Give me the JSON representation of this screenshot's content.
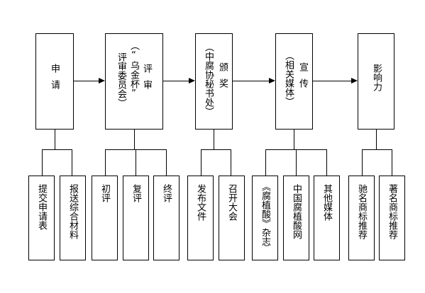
{
  "stages": [
    {
      "label": "申请",
      "lines": [
        "申请"
      ]
    },
    {
      "label": "评审",
      "lines": [
        "评审",
        "（“乌金杯”",
        "评审委员会）"
      ]
    },
    {
      "label": "颁奖",
      "lines": [
        "颁奖",
        "（中腐协秘书处）"
      ]
    },
    {
      "label": "宣传",
      "lines": [
        "宣传",
        "（相关媒体）"
      ]
    },
    {
      "label": "影响力",
      "lines": [
        "影响力"
      ]
    }
  ],
  "sub_items": {
    "apply": [
      "提交申请表",
      "报送综合材料"
    ],
    "review": [
      "初评",
      "复评",
      "终评"
    ],
    "award": [
      "发布文件",
      "召开大会"
    ],
    "publicity": [
      "《腐植酸》杂志",
      "中国腐植酸网",
      "其他媒体"
    ],
    "influence": [
      "驰名商标推荐",
      "著名商标推荐"
    ]
  }
}
